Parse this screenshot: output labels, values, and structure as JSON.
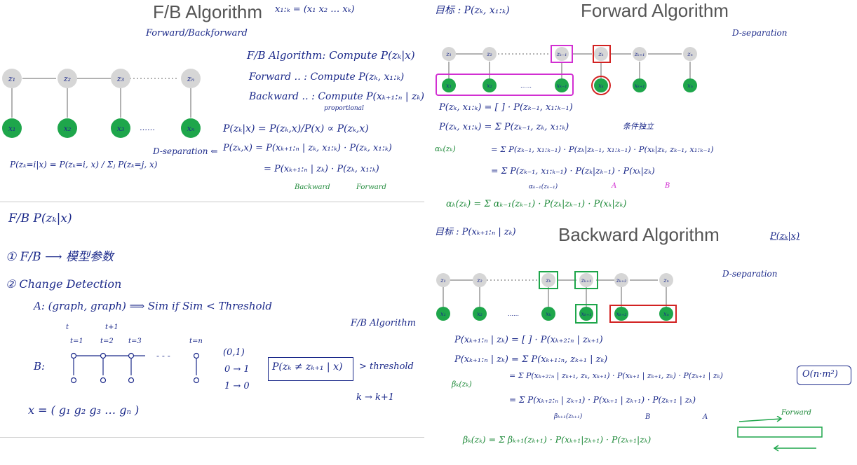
{
  "colors": {
    "ink": "#1c2a8a",
    "green": "#1ea64b",
    "node_gray": "#d6d6d6",
    "magenta": "#d22fd2",
    "red": "#d22222",
    "title_gray": "#555555"
  },
  "tl": {
    "title": "F/B Algorithm",
    "x_def": "x₁:ₖ = (x₁ x₂ … xₖ)",
    "subtitle": "Forward/Backforward",
    "nodes_z": [
      "z₁",
      "z₂",
      "z₃",
      "zₙ"
    ],
    "nodes_x": [
      "x₁",
      "x₂",
      "x₃",
      "xₙ"
    ],
    "dots": "……",
    "line1": "F/B Algorithm: Compute P(zₖ|x)",
    "line2": "Forward  ‥ : Compute P(zₖ, x₁:ₖ)",
    "line3": "Backward ‥ : Compute P(xₖ₊₁:ₙ | zₖ)",
    "proportional": "proportional",
    "eq1": "P(zₖ|x) = P(zₖ,x)/P(x) ∝ P(zₖ,x)",
    "dsep": "D-separation ⇐",
    "eq2": "P(zₖ,x) = P(xₖ₊₁:ₙ | zₖ, x₁:ₖ) · P(zₖ, x₁:ₖ)",
    "eq3": "= P(xₖ₊₁:ₙ | zₖ) · P(zₖ, x₁:ₖ)",
    "lbl_backward": "Backward",
    "lbl_forward": "Forward",
    "eq_left": "P(zₖ=i|x) = P(zₖ=i, x) / Σⱼ P(zₖ=j, x)"
  },
  "tr": {
    "title": "Forward Algorithm",
    "target": "目标 : P(zₖ, x₁:ₖ)",
    "dsep": "D-separation",
    "nodes_z": [
      "z₁",
      "z₂",
      "zₖ₋₁",
      "zₖ",
      "zₖ₊₁",
      "zₙ"
    ],
    "nodes_x": [
      "x₁",
      "x₂",
      "xₖ₋₁",
      "xₖ",
      "xₖ₊₁",
      "xₙ"
    ],
    "dots": "……",
    "eq1": "P(zₖ, x₁:ₖ) = [      ] · P(zₖ₋₁, x₁:ₖ₋₁)",
    "eq2": "P(zₖ, x₁:ₖ) = Σ P(zₖ₋₁, zₖ, x₁:ₖ)",
    "note": "条件独立",
    "alpha": "αₖ(zₖ)",
    "eq3": "= Σ P(zₖ₋₁, x₁:ₖ₋₁) · P(zₖ|zₖ₋₁, x₁:ₖ₋₁) · P(xₖ|zₖ, zₖ₋₁, x₁:ₖ₋₁)",
    "eq4": "= Σ P(zₖ₋₁, x₁:ₖ₋₁) · P(zₖ|zₖ₋₁) · P(xₖ|zₖ)",
    "under_alpha": "αₖ₋₁(zₖ₋₁)",
    "lbl_A": "A",
    "lbl_B": "B",
    "eq_final": "αₖ(zₖ) = Σ αₖ₋₁(zₖ₋₁) · P(zₖ|zₖ₋₁) · P(xₖ|zₖ)"
  },
  "bl": {
    "line1": "F/B   P(zₖ|x)",
    "line2": "① F/B ⟶ 模型参数",
    "line3": "② Change Detection",
    "lineA": "A: (graph, graph) ⟹ Sim   if  Sim < Threshold",
    "t_lbls": [
      "t",
      "t+1"
    ],
    "b_lbl": "B:",
    "b_times": [
      "t=1",
      "t=2",
      "t=3",
      "t=n"
    ],
    "b_chain_dots": "- - -",
    "trans": [
      "(0,1)",
      "0 → 1",
      "1 → 0"
    ],
    "fb_label": "F/B Algorithm",
    "box_eq": "P(zₖ ≠ zₖ₊₁ | x)",
    "threshold": "> threshold",
    "k_next": "k → k+1",
    "x_eq": "x = ( g₁  g₂  g₃   …   gₙ )"
  },
  "br": {
    "target": "目标 : P(xₖ₊₁:ₙ | zₖ)",
    "title": "Backward Algorithm",
    "title_note": "P(zₖ|x)",
    "dsep": "D-separation",
    "nodes_z": [
      "z₁",
      "z₂",
      "zₖ",
      "zₖ₊₁",
      "zₖ₊₂",
      "zₙ"
    ],
    "nodes_x": [
      "x₁",
      "x₂",
      "xₖ",
      "xₖ₊₁",
      "xₖ₊₂",
      "xₙ"
    ],
    "dots": "……",
    "eq1": "P(xₖ₊₁:ₙ | zₖ) = [      ] · P(xₖ₊₂:ₙ | zₖ₊₁)",
    "eq2": "P(xₖ₊₁:ₙ | zₖ) = Σ P(xₖ₊₁:ₙ, zₖ₊₁ | zₖ)",
    "beta": "βₖ(zₖ)",
    "eq3": "= Σ P(xₖ₊₂:ₙ | zₖ₊₁, zₖ, xₖ₊₁) · P(xₖ₊₁ | zₖ₊₁, zₖ) · P(zₖ₊₁ | zₖ)",
    "complexity": "O(n·m²)",
    "eq4": "= Σ P(xₖ₊₂:ₙ | zₖ₊₁) · P(xₖ₊₁ | zₖ₊₁) · P(zₖ₊₁ | zₖ)",
    "under_beta": "βₖ₊₁(zₖ₊₁)",
    "lbl_B": "B",
    "lbl_A": "A",
    "forward_lbl": "Forward",
    "eq_final": "βₖ(zₖ) = Σ βₖ₊₁(zₖ₊₁) · P(xₖ₊₁|zₖ₊₁) · P(zₖ₊₁|zₖ)"
  }
}
